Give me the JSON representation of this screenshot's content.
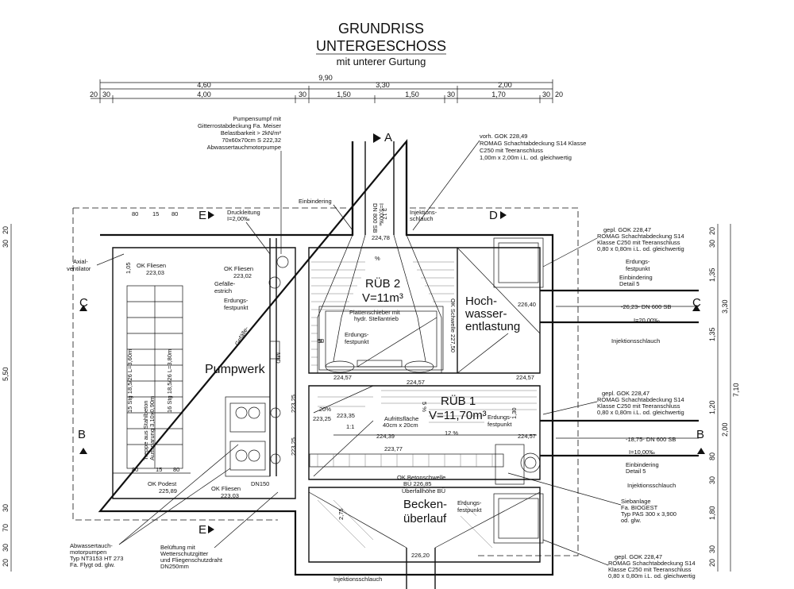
{
  "title": {
    "line1": "GRUNDRISS",
    "line2": "UNTERGESCHOSS",
    "line3": "mit unterer Gurtung"
  },
  "top_dimensions": {
    "total": "9,90",
    "row1": [
      "4,60",
      "3,30",
      "2,00"
    ],
    "row2": [
      "20",
      "30",
      "4,00",
      "30",
      "1,50",
      "1,50",
      "30",
      "1,70",
      "30",
      "20"
    ]
  },
  "left_dimensions": [
    "30",
    "20",
    "5,50",
    "30",
    "70",
    "30",
    "20"
  ],
  "right_dimensions": [
    "20",
    "30",
    "1,35",
    "3,30",
    "1,35",
    "7,10",
    "1,20",
    "2,00",
    "80",
    "30",
    "1,80",
    "30",
    "20"
  ],
  "rooms": {
    "pumpwerk": "Pumpwerk",
    "rueb2_name": "RÜB 2",
    "rueb2_volume": "V=11m³",
    "rueb1_name": "RÜB 1",
    "rueb1_volume": "V=11,70m³",
    "hochwasser_1": "Hoch-",
    "hochwasser_2": "wasser-",
    "hochwasser_3": "entlastung",
    "becken_1": "Becken-",
    "becken_2": "überlauf"
  },
  "section_markers": [
    "A",
    "B",
    "B",
    "C",
    "C",
    "D",
    "E",
    "E"
  ],
  "notes": {
    "pumpensumpf": [
      "Pumpensumpf mit",
      "Gitterrostabdeckung Fa. Meiser",
      "Belastbarkeit > 2kN/m²",
      "70x60x70cm  S 222,32",
      "Abwassertauchmotorpumpe"
    ],
    "vorh_gok": [
      "vorh. GOK 228,49",
      "ROMAG Schachtabdeckung S14 Klasse",
      "C250 mit Teeranschluss",
      "1,00m x 2,00m i.L. od. gleichwertig"
    ],
    "gepl_gok_1": [
      "gepl. GOK 228,47",
      "ROMAG Schachtabdeckung S14",
      "Klasse C250 mit Teeranschluss",
      "0,80 x 0,80m i.L. od. gleichwertig"
    ],
    "gepl_gok_2": [
      "gepl. GOK 228,47",
      "ROMAG Schachtabdeckung S14",
      "Klasse C250 mit Teeranschluss",
      "0,80 x 0,80m i.L. od. gleichwertig"
    ],
    "gepl_gok_3": [
      "gepl. GOK 228,47",
      "ROMAG Schachtabdeckung S14",
      "Klasse C250 mit Teeranschluss",
      "0,80 x 0,80m i.L. od. gleichwertig"
    ],
    "abwasser": [
      "Abwassertauch-",
      "motorpumpen",
      "Typ NT3153 HT 273",
      "Fa. Flygt od. glw."
    ],
    "belueftung": [
      "Belüftung mit",
      "Wetterschutzgitter",
      "und Fliegenschutzdraht",
      "DN250mm"
    ],
    "siebanlage": [
      "Siebanlage",
      "Fa. BIOGEST",
      "Typ PAS 300 x 3,900",
      "od. glw."
    ],
    "einbindering": "Einbindering",
    "injektionsschlauch_top": [
      "Injektions-",
      "schlauch"
    ],
    "druckleitung": [
      "Druckleitung",
      "I=2,00‰"
    ],
    "axialventilator": [
      "Axial-",
      "ventilator"
    ],
    "ok_fliesen_1": [
      "OK Fliesen",
      "223,03"
    ],
    "ok_fliesen_2": [
      "OK Fliesen",
      "223,02"
    ],
    "ok_fliesen_3": [
      "OK Fliesen",
      "223,03"
    ],
    "gefaelleestrich": [
      "Gefälle-",
      "estrich"
    ],
    "erdungsfestpunkt": [
      "Erdungs-",
      "festpunkt"
    ],
    "ok_podest": [
      "OK Podest",
      "225,89"
    ],
    "dn150": "DN150",
    "plattenschieber": [
      "Plattenschieber mit",
      "hydr. Stellantrieb"
    ],
    "ok_schwelle": "OK Schwelle 227,50",
    "pipe_c": [
      "-26,23- DN 600 SB",
      "I=20,00‰"
    ],
    "pipe_b": [
      "-18,75- DN 600 SB",
      "I=10,00‰"
    ],
    "einbindering_detail_1": [
      "Einbindering",
      "Detail 5"
    ],
    "einbindering_detail_2": [
      "Einbindering",
      "Detail 5"
    ],
    "injektionsschlauch": "Injektionsschlauch",
    "ok_betonschwelle": [
      "OK Betonschwelle",
      "BÜ 226,85"
    ],
    "ueberfallhoehe": "Überfallhöhe BÜ",
    "aufrittsflaeche": [
      "Aufrittsfläche",
      "40cm x 20cm"
    ],
    "treppe": [
      "Treppe aus Stahlbeton",
      "Aussparung 3,10x0,90m"
    ],
    "stufen_1": "15 Stg 18,5/26 L=3,60m",
    "stufen_2": "16 Stg 18,5/26 L=3,80m",
    "dn800": [
      "DN 800 SB",
      "I=5,00‰"
    ],
    "gefaelle_dash": [
      "Gefälle-",
      "estrich"
    ],
    "mid_label": "MID"
  },
  "levels": [
    "224,78",
    "3,17",
    "224,57",
    "224,57",
    "224,57",
    "226,40",
    "223,25",
    "223,35",
    "224,39",
    "223,77",
    "224,57",
    "223,25",
    "223,25",
    "226,20"
  ],
  "slopes": [
    "%",
    "5 %",
    "20%",
    "12 %",
    "1:1",
    "5",
    "50",
    "80",
    "15",
    "80",
    "80",
    "15",
    "80",
    "1,05",
    "2,75",
    "1,30",
    "1,20"
  ]
}
